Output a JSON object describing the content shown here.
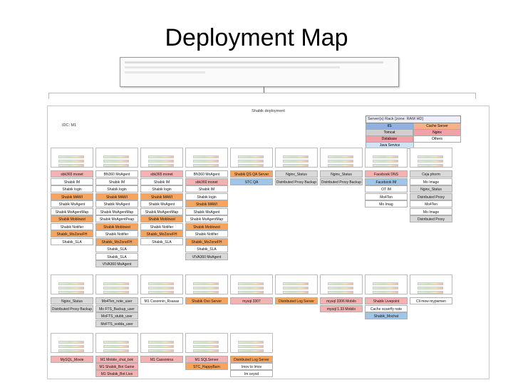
{
  "page": {
    "title": "Deployment Map",
    "diagram_title": "Shabik deployment",
    "idc": "IDC: M1"
  },
  "legend": {
    "header": "Server(s) Rack [zone: RAM HD]",
    "rows": [
      [
        "IIS",
        "Cache Server"
      ],
      [
        "Tomcat",
        "Nginx"
      ],
      [
        "Database",
        "Others"
      ],
      [
        "Java Service",
        ""
      ]
    ],
    "colors": [
      "#8fb0e0",
      "#f6b08c",
      "#d0d0d0",
      "#f3a0a8",
      "#ffffff",
      "#ffffff",
      "#cfe3f5",
      "#ffffff"
    ]
  },
  "colors": {
    "pink": "#f4b2b2",
    "orange": "#f7a55e",
    "blue": "#9fc5e8",
    "gray": "#d9d9d9",
    "yellow": "#f7d67c",
    "white": "#ffffff",
    "graph_green": "#cde8c1",
    "graph_red": "#e06666"
  },
  "row1": {
    "servers": 9,
    "columns": [
      [
        "sbk365 monet",
        "Shabik IM",
        "Shabik login",
        "Shabik MAWI",
        "Shabik MoAgent",
        "Shabik MoAgentMap",
        "Shabik Moblowst",
        "Shabik Notifier",
        "Shabik_MoZoneFH",
        "Shabik_SLA"
      ],
      [
        "BN360 MoAgent",
        "Shabik IM",
        "Shabik login",
        "Shabik MAWI",
        "Shabik MoAgent",
        "Shabik MoAgentMap",
        "Shabik MoAgentPeap",
        "Shabik Moblowst",
        "Shabik Notifier",
        "Shabik_MoZoneFH",
        "Shabik_SLA",
        "Shabik_SLA",
        "VIVA360 MoAgent"
      ],
      [
        "sbk365 monet",
        "Shabik IM",
        "Shabik login",
        "Shabik MAWI",
        "Shabik MoAgent",
        "Shabik MoAgentMap",
        "Shabik Moblowst",
        "Shabik Notifier",
        "Shabik_MoZoneFH",
        "Shabik_SLA"
      ],
      [
        "BN360 MoAgent",
        "sbk360 monet",
        "Shabik IM",
        "Shabik login",
        "Shabik MAWI",
        "Shabik MoAgent",
        "Shabik MoAgentMap",
        "Shabik Moblowst",
        "Shabik Notifier",
        "Shabik_MoZoneFH",
        "Shabik_SLA",
        "VIVA360 MoAgent"
      ],
      [
        "Shabik QS QA Server",
        "STC QA"
      ],
      [
        "Nginx_Status",
        "Distributed Proxy Backup"
      ],
      [
        "Nginx_Status",
        "Distributed Proxy Backup"
      ],
      [
        "Facebook DNS",
        "Facebook IM",
        "OT IM",
        "Mo4Ten",
        "Mo Imag"
      ],
      [
        "Ceja phorm",
        "Mo Image",
        "Nginx_Status",
        "Distributed Proxy",
        "Mo4Ten",
        "Mo Image",
        "Distributed Proxy"
      ]
    ]
  },
  "row2": {
    "columns": [
      [
        "Nginx_Status",
        "Distributed Proxy Backup"
      ],
      [
        "Mo4Ten_note_user",
        "Mo FTS_Backup_user",
        "MoFTS_stubb_user",
        "MoFTS_sodda_user"
      ],
      [
        "M1 Cssonnin_Rsasas"
      ],
      [
        "Shabik Ovo Server"
      ],
      [
        "mysql 3307"
      ],
      [
        "Distributed Log Server"
      ],
      [
        "mysql 3306 Mobilo",
        "mysql 1.33 Mobilo"
      ],
      [
        "Shabik Livepoint",
        "Cache ocserfly note",
        "Shabik_Mochat"
      ],
      [
        "Cli mow mypwmen"
      ]
    ]
  },
  "row3": {
    "columns": [
      [
        "MySQL_Movie"
      ],
      [
        "M1 Mobile_chat_bok",
        "M1 Shabik_Bot Game",
        "M1 Shabik_Bot Live"
      ],
      [
        "M1 Cassonina"
      ],
      [
        "M1 SQLServer",
        "STC_HappyBarn"
      ],
      [
        "Distributed Log Server",
        "Imov lo Imov",
        "Im ceyod"
      ]
    ]
  }
}
